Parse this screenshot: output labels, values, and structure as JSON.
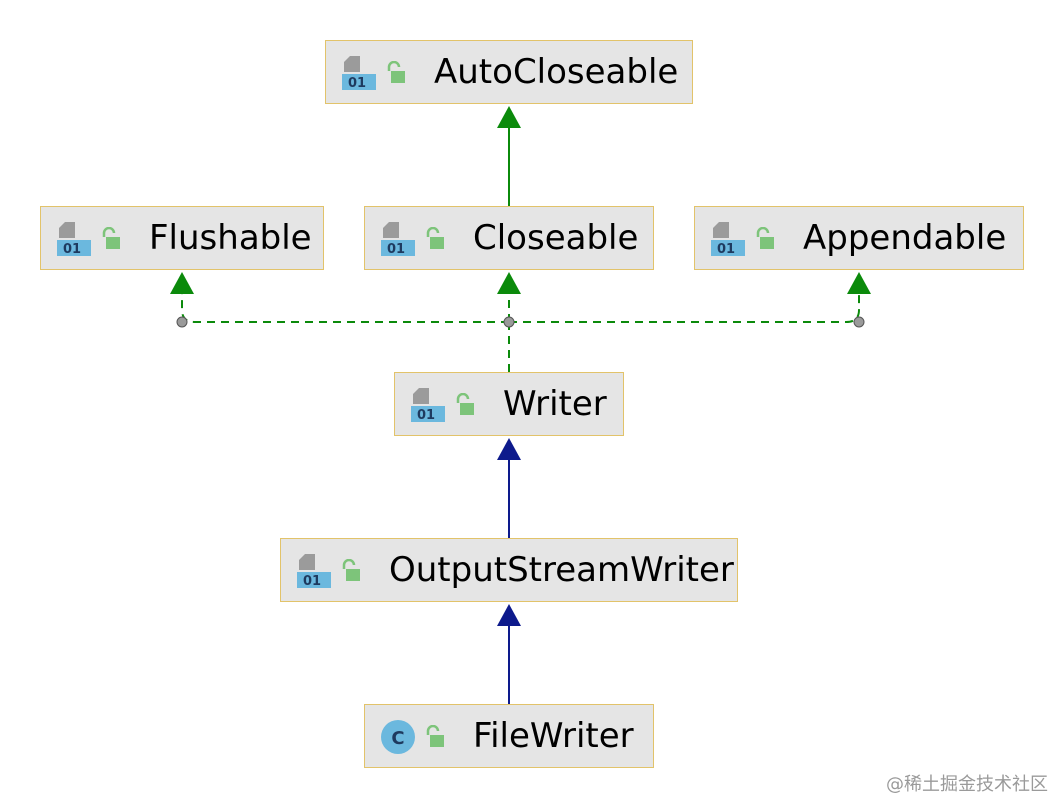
{
  "nodes": {
    "autocloseable": {
      "label": "AutoCloseable",
      "kind": "interface-icon"
    },
    "flushable": {
      "label": "Flushable",
      "kind": "interface-icon"
    },
    "closeable": {
      "label": "Closeable",
      "kind": "interface-icon"
    },
    "appendable": {
      "label": "Appendable",
      "kind": "interface-icon"
    },
    "writer": {
      "label": "Writer",
      "kind": "interface-icon"
    },
    "output_stream_writer": {
      "label": "OutputStreamWriter",
      "kind": "interface-icon"
    },
    "file_writer": {
      "label": "FileWriter",
      "kind": "class-icon"
    }
  },
  "icons": {
    "class_letter": "C",
    "interface_badge": "01"
  },
  "colors": {
    "implements_edge": "#0b8a0b",
    "extends_edge": "#0d1a8c",
    "node_fill": "#e5e5e5",
    "node_border": "#e2c36a",
    "lock": "#7dc47a",
    "badge": "#6bb8de",
    "connector_dot": "#9a9a9a"
  },
  "watermark": "@稀土掘金技术社区"
}
